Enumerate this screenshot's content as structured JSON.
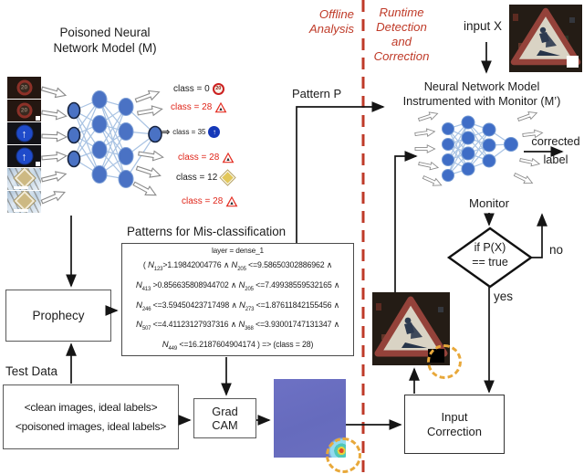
{
  "colors": {
    "divider_red": "#bf3a28",
    "class_label_red": "#e0261a",
    "node_blue": "#4a72c4",
    "link_blue": "#a9c3e3",
    "heatmap_purple": "#6a6fc0",
    "highlight_orange": "#e8a83a"
  },
  "left_model": {
    "title_line1": "Poisoned Neural",
    "title_line2": "Network Model (M)",
    "inputs": [
      "speed-limit-20",
      "speed-limit-20-trigger",
      "ahead-only",
      "ahead-only-trigger",
      "priority-road",
      "priority-road-trigger"
    ],
    "outputs": [
      {
        "label": "class = 0",
        "icon": "speed-20-icon",
        "red": false
      },
      {
        "label": "class = 28",
        "icon": "warning-triangle-icon",
        "red": true
      },
      {
        "label": "class = 35",
        "icon": "blue-arrow-icon",
        "red": false
      },
      {
        "label": "class = 28",
        "icon": "warning-triangle-icon",
        "red": true
      },
      {
        "label": "class = 12",
        "icon": "yellow-diamond-icon",
        "red": false
      },
      {
        "label": "class = 28",
        "icon": "warning-triangle-icon",
        "red": true
      }
    ]
  },
  "divider": {
    "offline_line1": "Offline",
    "offline_line2": "Analysis",
    "runtime_line1": "Runtime",
    "runtime_line2": "Detection",
    "runtime_line3": "and",
    "runtime_line4": "Correction"
  },
  "flow_labels": {
    "pattern_p": "Pattern P",
    "input_x": "input X",
    "monitor": "Monitor",
    "no": "no",
    "yes": "yes",
    "corrected_line1": "corrected",
    "corrected_line2": "label",
    "test_data": "Test Data"
  },
  "right_model": {
    "title_line1": "Neural Network Model",
    "title_line2": "Instrumented with Monitor (M’)"
  },
  "patterns": {
    "title": "Patterns for Mis-classification",
    "layer_line": "layer = dense_1",
    "lines": [
      "( N_{123}>1.19842004776 ∧ N_{205} <=9.58650302886962 ∧",
      "N_{413} >0.856635808944702 ∧ N_{205} <=7.49938559532165 ∧",
      "N_{246} <=3.59450423717498 ∧ N_{273} <=1.87611842155456 ∧",
      "N_{507} <=4.41123127937316 ∧ N_{368} <=3.93001747131347 ∧",
      "N_{449} <=16.2187604904174 ) => (class = 28)"
    ]
  },
  "boxes": {
    "prophecy": "Prophecy",
    "grad_cam_line1": "Grad",
    "grad_cam_line2": "CAM",
    "input_correction_line1": "Input",
    "input_correction_line2": "Correction",
    "test_clean": "<clean images, ideal labels>",
    "test_poisoned": "<poisoned images, ideal labels>"
  },
  "monitor_diamond": {
    "line1": "if P(X)",
    "line2": "== true"
  }
}
